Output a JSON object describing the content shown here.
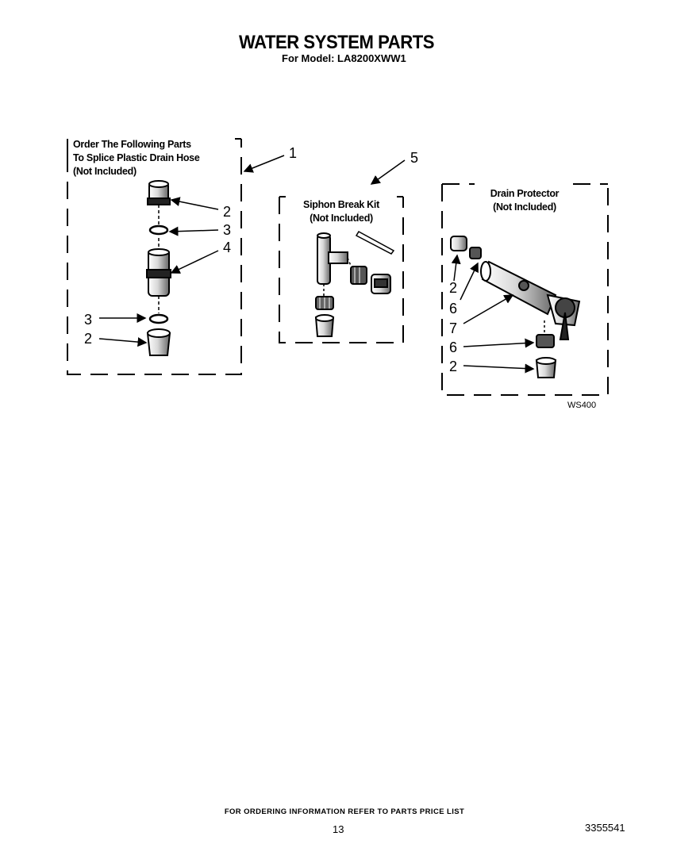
{
  "header": {
    "title": "WATER SYSTEM PARTS",
    "subtitle": "For Model: LA8200XWW1"
  },
  "boxes": {
    "splice": {
      "lines": [
        "Order The Following Parts",
        "To Splice Plastic Drain Hose",
        "(Not Included)"
      ]
    },
    "siphon": {
      "lines": [
        "Siphon Break Kit",
        "(Not Included)"
      ]
    },
    "drain": {
      "lines": [
        "Drain Protector",
        "(Not Included)"
      ]
    }
  },
  "callouts": {
    "c1": "1",
    "c2a": "2",
    "c3a": "3",
    "c4": "4",
    "c3b": "3",
    "c2b": "2",
    "c5": "5",
    "d2a": "2",
    "d6a": "6",
    "d7": "7",
    "d6b": "6",
    "d2b": "2"
  },
  "diagram_code": "WS400",
  "footer": {
    "note": "FOR ORDERING INFORMATION REFER TO PARTS PRICE LIST",
    "page": "13",
    "doc_number": "3355541"
  }
}
